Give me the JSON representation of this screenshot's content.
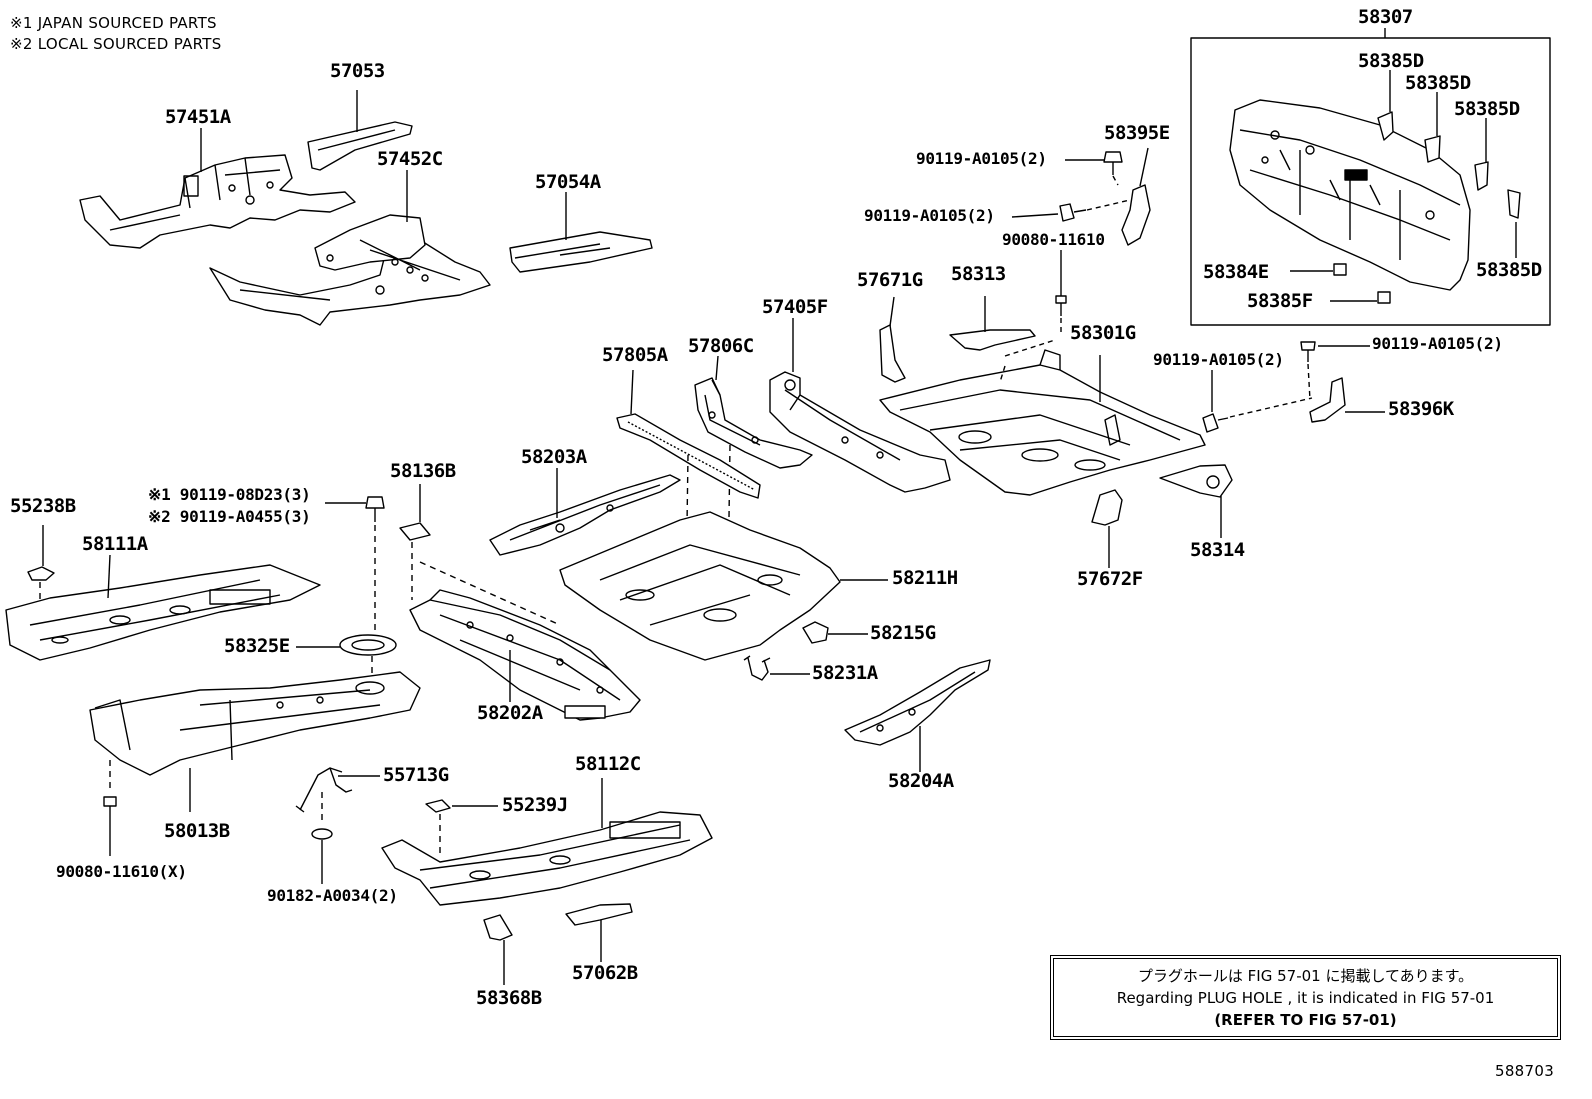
{
  "notes": {
    "japan": "※1 JAPAN SOURCED PARTS",
    "local": "※2 LOCAL SOURCED PARTS"
  },
  "labels": {
    "p57053": "57053",
    "p57451A": "57451A",
    "p57452C": "57452C",
    "p57054A": "57054A",
    "p58307": "58307",
    "p58385D_1": "58385D",
    "p58385D_2": "58385D",
    "p58385D_3": "58385D",
    "p58385D_4": "58385D",
    "p58384E": "58384E",
    "p58385F": "58385F",
    "p58395E": "58395E",
    "p90119_a": "90119-A0105(2)",
    "p90119_b": "90119-A0105(2)",
    "p90080_11610": "90080-11610",
    "p57671G": "57671G",
    "p58313": "58313",
    "p57405F": "57405F",
    "p58301G": "58301G",
    "p90119_c": "90119-A0105(2)",
    "p90119_d": "90119-A0105(2)",
    "p58396K": "58396K",
    "p57805A": "57805A",
    "p57806C": "57806C",
    "p58203A": "58203A",
    "p58136B": "58136B",
    "p55238B": "55238B",
    "p58111A": "58111A",
    "p90119_08D23": "※1 90119-08D23(3)",
    "p90119_A0455": "※2 90119-A0455(3)",
    "p58314": "58314",
    "p57672F": "57672F",
    "p58211H": "58211H",
    "p58215G": "58215G",
    "p58231A": "58231A",
    "p58325E": "58325E",
    "p58202A": "58202A",
    "p58204A": "58204A",
    "p55713G": "55713G",
    "p58013B": "58013B",
    "p58112C": "58112C",
    "p55239J": "55239J",
    "p90080_X": "90080-11610(X)",
    "p90182": "90182-A0034(2)",
    "p58368B": "58368B",
    "p57062B": "57062B"
  },
  "reference": {
    "line1": "プラグホールは FIG 57-01 に掲載してあります。",
    "line2": "Regarding PLUG HOLE , it is indicated in FIG 57-01",
    "line3": "(REFER TO FIG 57-01)"
  },
  "figure_number": "588703"
}
